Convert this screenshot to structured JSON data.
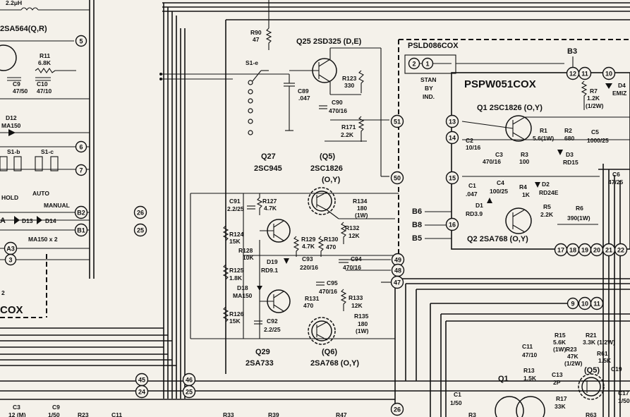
{
  "labels": {
    "inductor": "2.2μH",
    "q_left": "2SA564(Q,R)",
    "r11": "R11",
    "r11_v": "6.8K",
    "c9": "C9",
    "c9_v": "47/50",
    "c10": "C10",
    "c10_v": "47/10",
    "d12": "D12",
    "d12_v": "MA150",
    "s1b": "S1-b",
    "s1c": "S1-c",
    "hold": "HOLD",
    "auto": "AUTO",
    "manual": "MANUAL",
    "d13": "D13",
    "d14": "D14",
    "d1314_v": "MA150 x 2",
    "a_left": "A",
    "two_left": "2",
    "cox_left": "COX",
    "r90": "R90",
    "r90_v": "47",
    "s1e": "S1-e",
    "q25": "Q25  2SD325 (D,E)",
    "c89": "C89",
    "c89_v": ".047",
    "r123": "R123",
    "r123_v": "330",
    "c90": "C90",
    "c90_v": "470/16",
    "r171": "R171",
    "r171_v": "2.2K",
    "q27": "Q27",
    "q27_t": "2SC945",
    "q5": "(Q5)",
    "q5_t": "2SC1826",
    "q5_g": "(O,Y)",
    "c91": "C91",
    "c91_v": "2.2/25",
    "r127": "R127",
    "r127_v": "4.7K",
    "r134": "R134",
    "r134_v": "180",
    "r134_w": "(1W)",
    "r124": "R124",
    "r124_v": "15K",
    "r132": "R132",
    "r132_v": "12K",
    "r128": "R128",
    "r128_v": "10K",
    "r129": "R129",
    "r129_v": "4.7K",
    "r130": "R130",
    "r130_v": "470",
    "d19": "D19",
    "d19_v": "RD9.1",
    "c93": "C93",
    "c93_v": "220/16",
    "c94": "C94",
    "c94_v": "470/16",
    "r125": "R125",
    "r125_v": "1.8K",
    "d18": "D18",
    "d18_v": "MA150",
    "c95": "C95",
    "c95_v": "470/16",
    "r131": "R131",
    "r131_v": "470",
    "r133": "R133",
    "r133_v": "12K",
    "r135": "R135",
    "r135_v": "180",
    "r135_w": "(1W)",
    "r126": "R126",
    "r126_v": "15K",
    "c92": "C92",
    "c92_v": "2.2/25",
    "q29": "Q29",
    "q29_t": "2SA733",
    "q6": "(Q6)",
    "q6_t": "2SA768 (O,Y)",
    "psld": "PSLD086COX",
    "stan": "STAN",
    "by": "BY",
    "ind": "IND.",
    "b3": "B3",
    "pspw": "PSPW051COX",
    "q1": "Q1  2SC1826 (O,Y)",
    "r7": "R7",
    "r7_v": "1.2K",
    "r7_w": "(1/2W)",
    "d4": "D4",
    "d4_v": "EMIZ",
    "c2": "C2",
    "c2_v": "10/16",
    "r1": "R1",
    "r1_v": "5.6(1W)",
    "r2": "R2",
    "r2_v": "680",
    "c5": "C5",
    "c5_v": "1000/25",
    "c3": "C3",
    "c3_v": "470/16",
    "r3": "R3",
    "r3_v": "100",
    "d3": "D3",
    "d3_v": "RD15",
    "c6": "C6",
    "c6_v": "47/25",
    "c1": "C1",
    "c1_v": ".047",
    "c4": "C4",
    "c4_v": "100/25",
    "r4": "R4",
    "r4_v": "1K",
    "d2": "D2",
    "d2_v": "RD24E",
    "d1": "D1",
    "d1_v": "RD3.9",
    "r5": "R5",
    "r5_v": "2.2K",
    "r6": "R6",
    "r6_v": "390(1W)",
    "b6": "B6",
    "b8": "B8",
    "b5": "B5",
    "q2": "Q2  2SA768 (O,Y)",
    "r15": "R15",
    "r15_v": "5.6K",
    "r15_w": "(1W)",
    "r21": "R21",
    "r21_v": "3.3K (1/2W)",
    "c11": "C11",
    "c11_v": "47/10",
    "r23": "R23",
    "r23_v": "47K",
    "r23_w": "(1/2W)",
    "r61": "R61",
    "r61_v": "1.5K",
    "q5b": "(Q5)",
    "c19": "C19",
    "r13": "R13",
    "r13_v": "1.5K",
    "c13": "C13",
    "c13_v": "2P",
    "q1b": "Q1",
    "r17": "R17",
    "r17_v": "33K",
    "c17": "C17",
    "c17_v": "1/50",
    "c1b": "C1",
    "c1b_v": "1/50",
    "c3b": "C3",
    "c3b_v": "12 (M)",
    "c9b": "C9",
    "c9b_v": "1/50",
    "r23b": "R23",
    "c11b": "C11",
    "r33": "R33",
    "r39": "R39",
    "r63": "R63",
    "r3b": "R3",
    "r47": "R47"
  },
  "nodes": [
    "5",
    "6",
    "7",
    "B2",
    "B1",
    "A3",
    "3",
    "26",
    "25",
    "51",
    "50",
    "49",
    "48",
    "47",
    "13",
    "14",
    "15",
    "16",
    "12",
    "11",
    "10",
    "17",
    "18",
    "19",
    "20",
    "21",
    "22",
    "9",
    "10",
    "11",
    "45",
    "24",
    "46",
    "25",
    "26",
    "2",
    "1"
  ]
}
